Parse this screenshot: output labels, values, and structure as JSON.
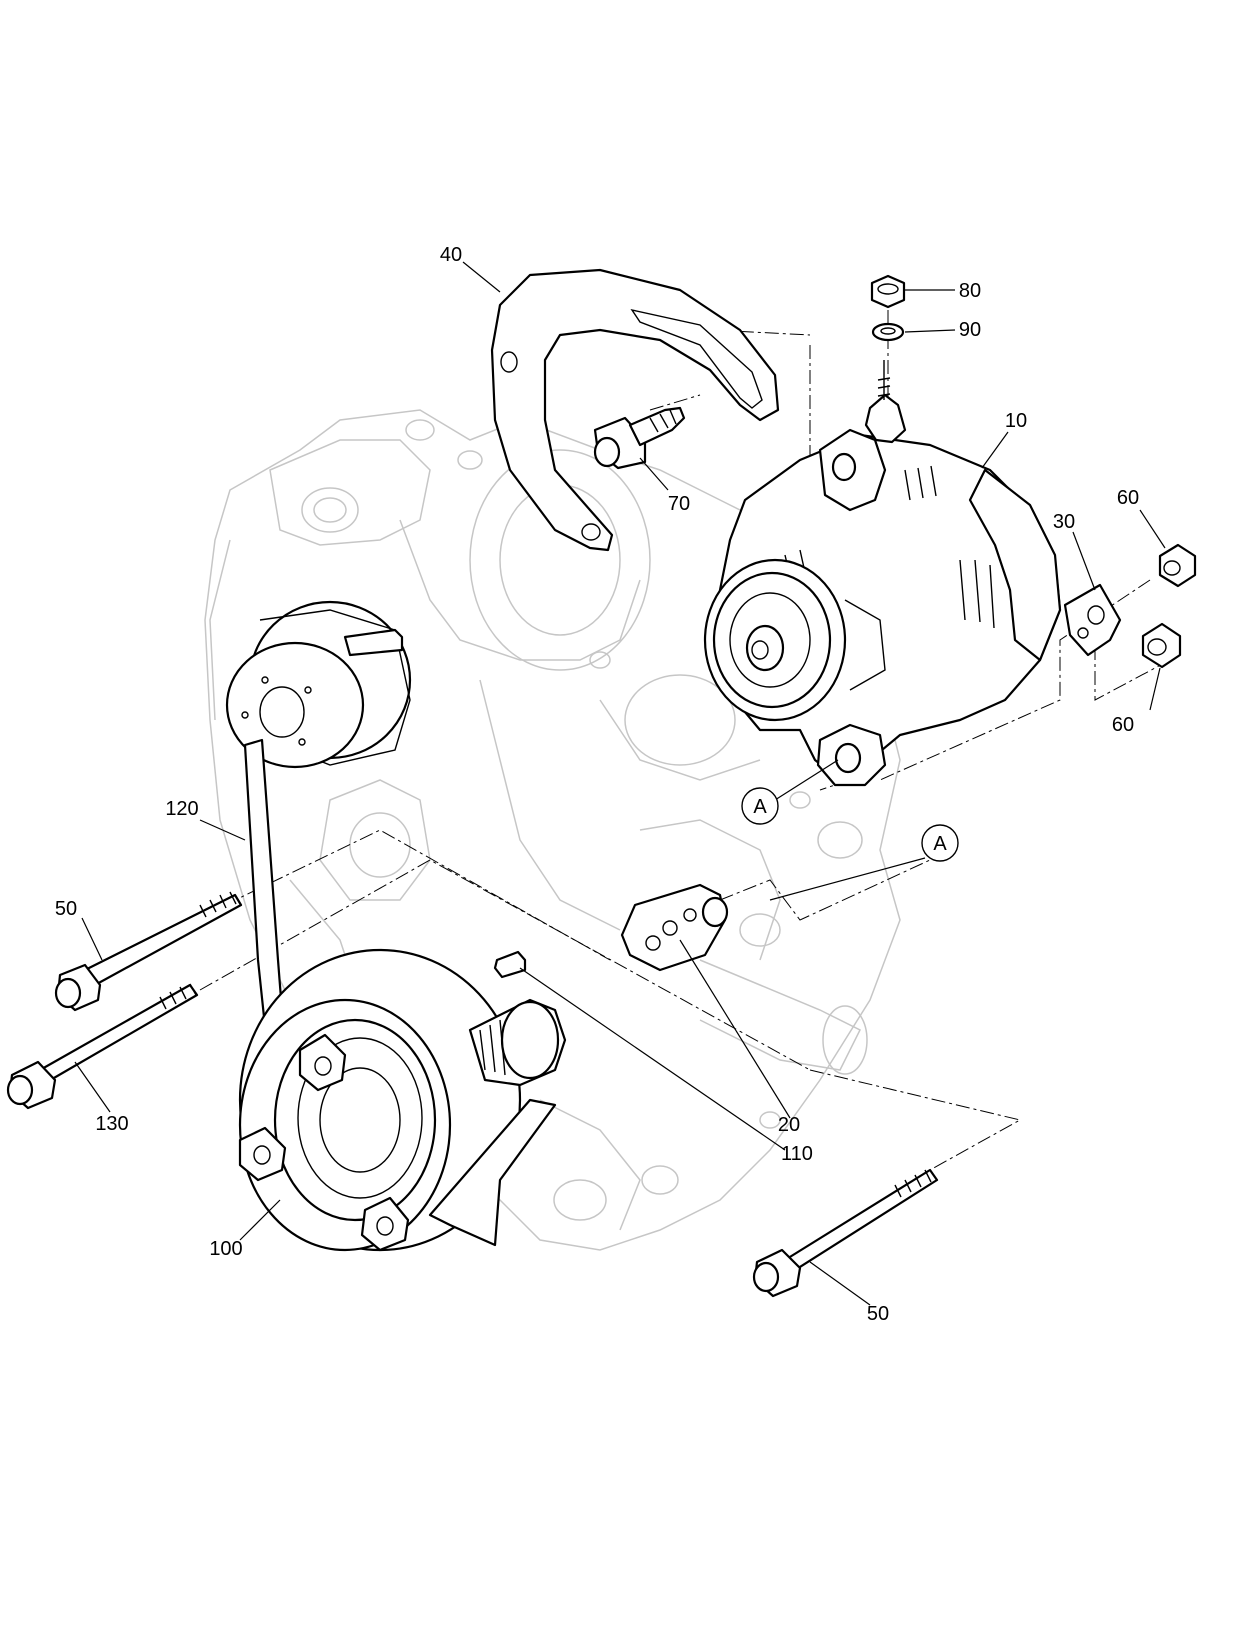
{
  "diagram": {
    "callouts": {
      "c10": "10",
      "c20": "20",
      "c30": "30",
      "c40": "40",
      "c50_left": "50",
      "c50_bottom": "50",
      "c60_top": "60",
      "c60_bottom": "60",
      "c70": "70",
      "c80": "80",
      "c90": "90",
      "c100": "100",
      "c110": "110",
      "c120": "120",
      "c130": "130"
    },
    "reference_marks": {
      "a_alternator": "A",
      "a_plate": "A"
    }
  }
}
